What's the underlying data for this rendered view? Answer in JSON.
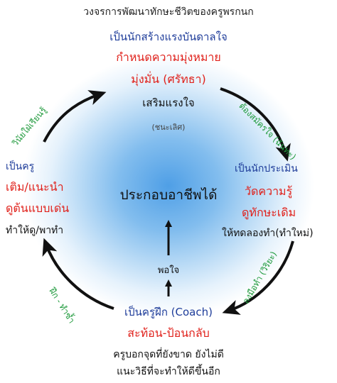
{
  "title": "วงจรการพัฒนาทักษะชีวิตของครูพรกนก",
  "center": "ประกอบอาชีพได้",
  "top": {
    "role": "เป็นนักสร้างแรงบันดาลใจ",
    "line1": "กำหนดความมุ่งหมาย",
    "line2": "มุ่งมั่น (ศรัทธา)",
    "line3": "เสริมแรงใจ",
    "note": "(ชนะเลิศ)"
  },
  "right": {
    "role": "เป็นนักประเมิน",
    "line1": "วัดความรู้",
    "line2": "ดูทักษะเดิม",
    "line3": "ให้ทดลองทำ(ทำใหม่)"
  },
  "bottom": {
    "role": "เป็นครูฝึก (Coach)",
    "line1": "สะท้อน-ป้อนกลับ",
    "line2": "ครูบอกจุดที่ยังขาด ยังไม่ดี",
    "line3": "แนะวิธีที่จะทำให้ดีขึ้นอีก"
  },
  "left": {
    "role": "เป็นครู",
    "line1": "เติม/แนะนำ",
    "line2": "ดูต้นแบบเด่น",
    "line3": "ทำให้ดู/พาทำ"
  },
  "arc_labels": {
    "top_right": "ต้องสมัครใจ (ฉันทะ)",
    "bottom_right": "ลงมือทำ (วิริยะ)",
    "bottom_left": "ฝึก - ทำซ้ำ",
    "top_left": "วินัยใฝ่เรียนรู้"
  },
  "pohjai": "พอใจ",
  "colors": {
    "blue": "#1f3d9a",
    "red": "#e0211b",
    "green": "#1f9a3c",
    "glow": "#4f9fe6"
  }
}
